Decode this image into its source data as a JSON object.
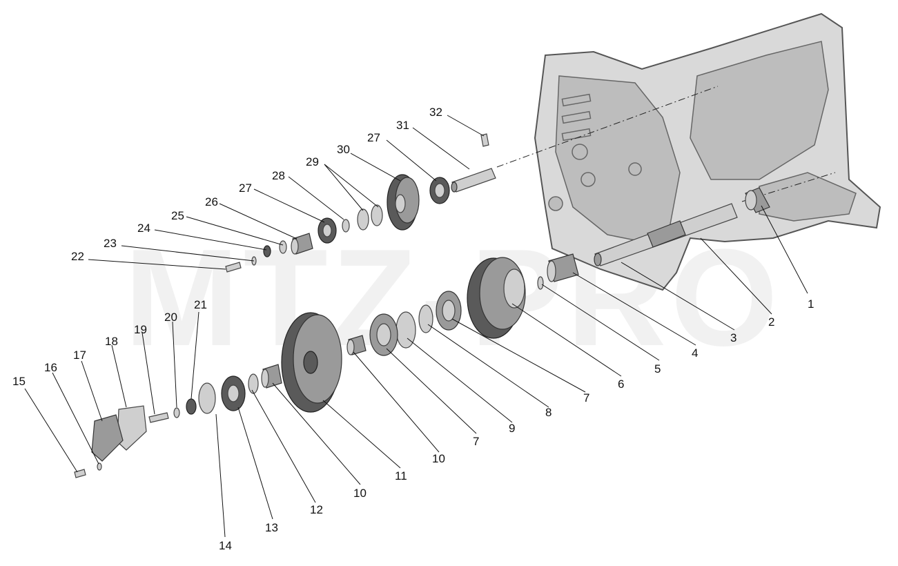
{
  "watermark": "MTZ-PRO",
  "callouts": [
    "1",
    "2",
    "3",
    "4",
    "5",
    "6",
    "7",
    "7",
    "8",
    "9",
    "10",
    "10",
    "11",
    "12",
    "13",
    "14",
    "15",
    "16",
    "17",
    "18",
    "19",
    "20",
    "21",
    "22",
    "23",
    "24",
    "25",
    "26",
    "27",
    "27",
    "28",
    "29",
    "30",
    "31",
    "32"
  ]
}
